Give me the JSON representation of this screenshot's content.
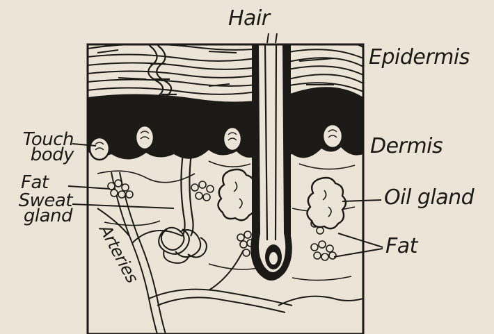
{
  "diagram": {
    "labels": {
      "hair": "Hair",
      "epidermis": "Epidermis",
      "dermis": "Dermis",
      "oil_gland": "Oil gland",
      "fat_right": "Fat",
      "touch_body": "Touch body",
      "fat_left": "Fat",
      "sweat_gland": "Sweat gland",
      "arteries": "Arteries"
    },
    "colors": {
      "paper": "#ece4d6",
      "ink": "#1c1a17"
    }
  }
}
